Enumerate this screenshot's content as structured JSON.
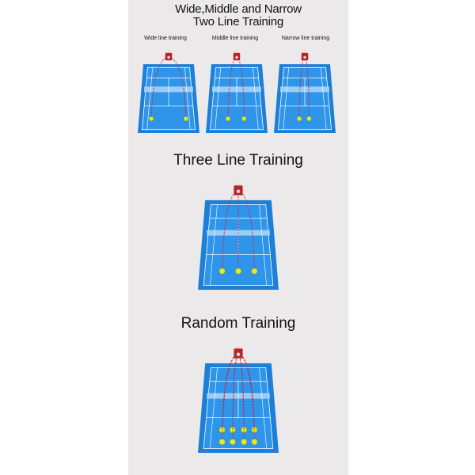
{
  "header": {
    "title_line1": "Wide,Middle and Narrow",
    "title_line2": "Two Line Training"
  },
  "two_line": {
    "labels": [
      "Wide line training",
      "Middle line training",
      "Narrow line training"
    ]
  },
  "three_line": {
    "title": "Three Line Training"
  },
  "random": {
    "title": "Random Training"
  },
  "colors": {
    "background": "#ebe9ea",
    "court_outer": "#1e7fd8",
    "court_inner": "#2f95ea",
    "net_band": "#a9d3f5",
    "court_lines": "#ffffff",
    "trajectory": "#d51f2b",
    "machine": "#b3262d",
    "ball": "#e7ea1f"
  },
  "icons": [
    "ball-machine-icon",
    "tennis-ball-icon"
  ]
}
